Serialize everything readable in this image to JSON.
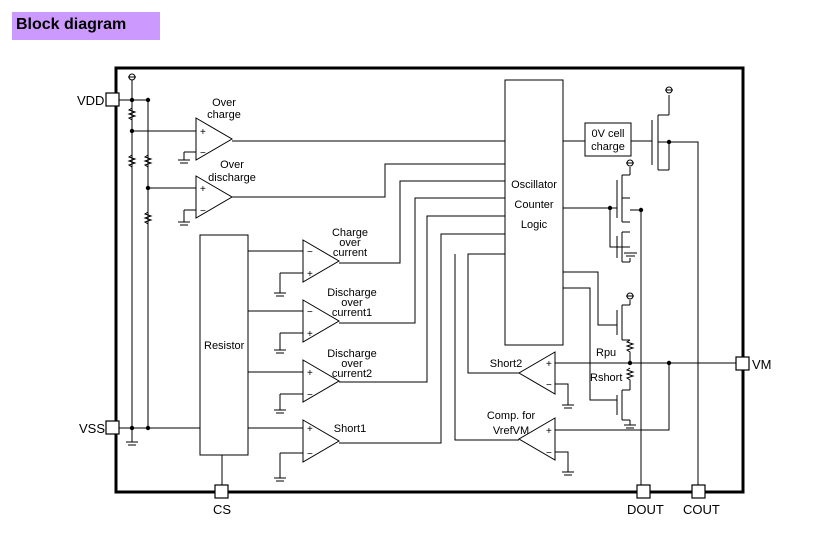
{
  "title": "Block diagram",
  "pins": {
    "vdd": "VDD",
    "vss": "VSS",
    "vm": "VM",
    "cs": "CS",
    "dout": "DOUT",
    "cout": "COUT"
  },
  "blocks": {
    "resistor": "Resistor",
    "osc_line1": "Oscillator",
    "osc_line2": "Counter",
    "osc_line3": "Logic",
    "ov_line1": "0V cell",
    "ov_line2": "charge"
  },
  "comparators": {
    "overcharge_1": "Over",
    "overcharge_2": "charge",
    "overdischarge_1": "Over",
    "overdischarge_2": "discharge",
    "charge_oc_1": "Charge",
    "charge_oc_2": "over",
    "charge_oc_3": "current",
    "discharge_oc1_1": "Discharge",
    "discharge_oc1_2": "over",
    "discharge_oc1_3": "current1",
    "discharge_oc2_1": "Discharge",
    "discharge_oc2_2": "over",
    "discharge_oc2_3": "current2",
    "short1": "Short1",
    "short2": "Short2",
    "comp_1": "Comp. for",
    "comp_2": "VrefVM"
  },
  "resistors": {
    "rpu": "Rpu",
    "rshort": "Rshort"
  },
  "symbols": {
    "plus": "+",
    "minus": "−"
  }
}
